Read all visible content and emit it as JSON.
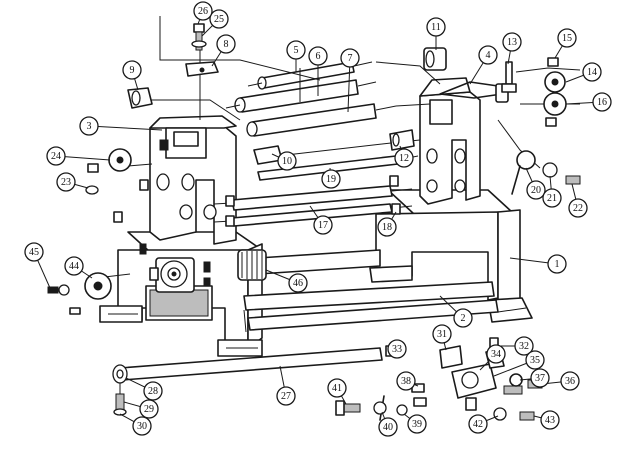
{
  "part_numbers": [
    "1",
    "2",
    "3",
    "4",
    "5",
    "6",
    "7",
    "8",
    "9",
    "10",
    "11",
    "12",
    "13",
    "14",
    "15",
    "16",
    "17",
    "18",
    "19",
    "20",
    "21",
    "22",
    "23",
    "24",
    "25",
    "26",
    "27",
    "28",
    "29",
    "30",
    "31",
    "32",
    "33",
    "34",
    "35",
    "36",
    "37",
    "38",
    "39",
    "40",
    "41",
    "42",
    "43",
    "44",
    "45",
    "46"
  ],
  "colors": {
    "ink": "#1a1a1a",
    "paper": "#ffffff"
  }
}
